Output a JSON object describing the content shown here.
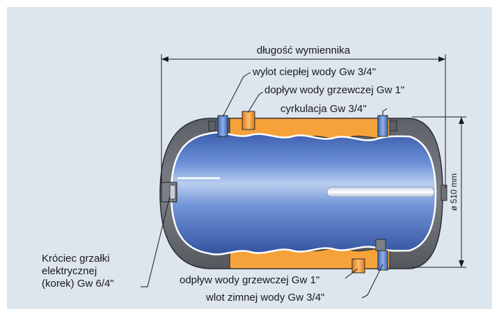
{
  "diagram": {
    "colors": {
      "background": "#dde5ee",
      "border": "#ffffff",
      "outer_shell": "#6f7378",
      "insulation": "#f6a23a",
      "tank_blue": "#4c73c4",
      "tank_highlight": "#b9cdee",
      "pipe_blue": "#5f8bd0",
      "pipe_orange": "#f19a2e",
      "line": "#1a1a1a"
    },
    "labels": {
      "length": "długość wymiennika",
      "hot_water_outlet": "wylot ciepłej wody Gw 3/4\"",
      "heating_water_inlet": "dopływ wody grzewczej Gw 1\"",
      "circulation": "cyrkulacja Gw 3/4\"",
      "heater_line1": "Króciec grzałki",
      "heater_line2": "elektrycznej",
      "heater_line3": "(korek) Gw 6/4\"",
      "heating_water_outlet": "odpływ wody grzewczej Gw 1\"",
      "cold_water_inlet": "wlot zimnej wody Gw 3/4\"",
      "diameter": "ø 510 mm"
    }
  }
}
